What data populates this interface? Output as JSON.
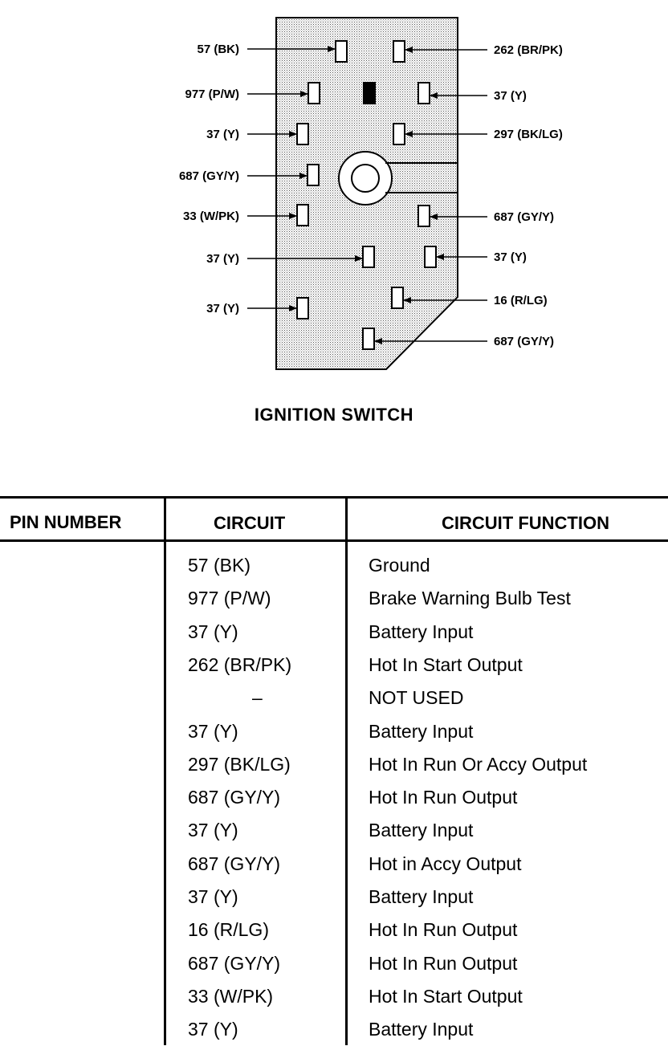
{
  "diagram": {
    "title": "IGNITION SWITCH",
    "left_labels": [
      "57 (BK)",
      "977 (P/W)",
      "37 (Y)",
      "687 (GY/Y)",
      "33 (W/PK)",
      "37 (Y)",
      "37 (Y)"
    ],
    "right_labels": [
      "262 (BR/PK)",
      "37 (Y)",
      "297 (BK/LG)",
      "687 (GY/Y)",
      "37 (Y)",
      "16 (R/LG)",
      "687 (GY/Y)"
    ]
  },
  "table": {
    "headers": [
      "PIN NUMBER",
      "CIRCUIT",
      "CIRCUIT FUNCTION"
    ],
    "rows": [
      {
        "pin": "",
        "circuit": "57 (BK)",
        "function": "Ground"
      },
      {
        "pin": "",
        "circuit": "977 (P/W)",
        "function": "Brake Warning Bulb Test"
      },
      {
        "pin": "",
        "circuit": "37 (Y)",
        "function": "Battery Input"
      },
      {
        "pin": "",
        "circuit": "262 (BR/PK)",
        "function": "Hot In Start Output"
      },
      {
        "pin": "",
        "circuit": "–",
        "function": "NOT USED"
      },
      {
        "pin": "",
        "circuit": "37 (Y)",
        "function": "Battery Input"
      },
      {
        "pin": "",
        "circuit": "297 (BK/LG)",
        "function": "Hot In Run Or Accy Output"
      },
      {
        "pin": "",
        "circuit": "687 (GY/Y)",
        "function": "Hot In Run Output"
      },
      {
        "pin": "",
        "circuit": "37 (Y)",
        "function": "Battery Input"
      },
      {
        "pin": "",
        "circuit": "687 (GY/Y)",
        "function": "Hot in Accy Output"
      },
      {
        "pin": "",
        "circuit": "37 (Y)",
        "function": "Battery Input"
      },
      {
        "pin": "",
        "circuit": "16 (R/LG)",
        "function": "Hot In Run Output"
      },
      {
        "pin": "",
        "circuit": "687 (GY/Y)",
        "function": "Hot In Run Output"
      },
      {
        "pin": "",
        "circuit": "33 (W/PK)",
        "function": "Hot In Start Output"
      },
      {
        "pin": "",
        "circuit": "37 (Y)",
        "function": "Battery Input"
      }
    ]
  }
}
